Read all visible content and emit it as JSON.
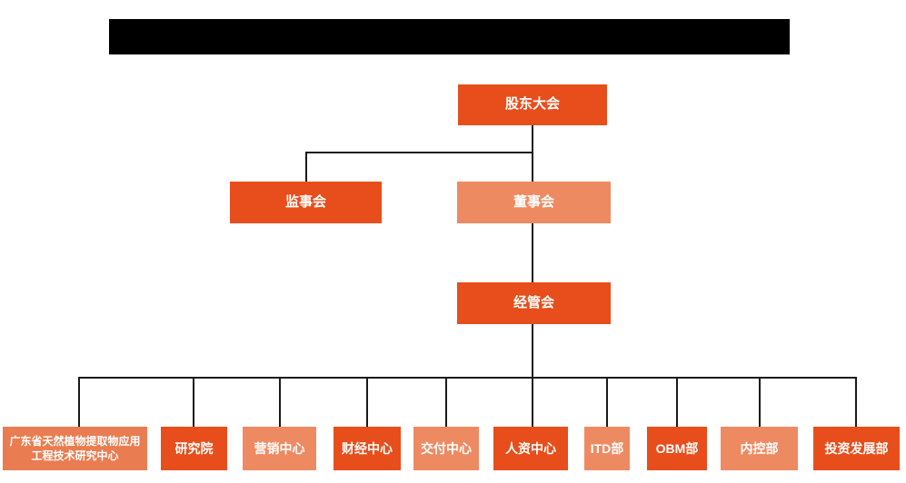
{
  "colors": {
    "background": "#FFFFFF",
    "title_bar_black": "#000000",
    "dark_orange": "#E74E1B",
    "light_orange": "#EE8A61",
    "medium_orange": "#E97C50",
    "connector_black": "#1A1A1A",
    "node_text": "#FFFFFF"
  },
  "org_chart": {
    "level1": {
      "shareholders_meeting": "股东大会"
    },
    "level2": {
      "supervisory_board": "监事会",
      "board_of_directors": "董事会"
    },
    "level3": {
      "management_committee": "经管会"
    },
    "level4": [
      {
        "label": "广东省天然植物提取物应用工程技术研究中心",
        "shade": "medium"
      },
      {
        "label": "研究院",
        "shade": "dark"
      },
      {
        "label": "营销中心",
        "shade": "light"
      },
      {
        "label": "财经中心",
        "shade": "dark"
      },
      {
        "label": "交付中心",
        "shade": "light"
      },
      {
        "label": "人资中心",
        "shade": "dark"
      },
      {
        "label": "ITD部",
        "shade": "light"
      },
      {
        "label": "OBM部",
        "shade": "dark"
      },
      {
        "label": "内控部",
        "shade": "light"
      },
      {
        "label": "投资发展部",
        "shade": "dark"
      }
    ]
  }
}
